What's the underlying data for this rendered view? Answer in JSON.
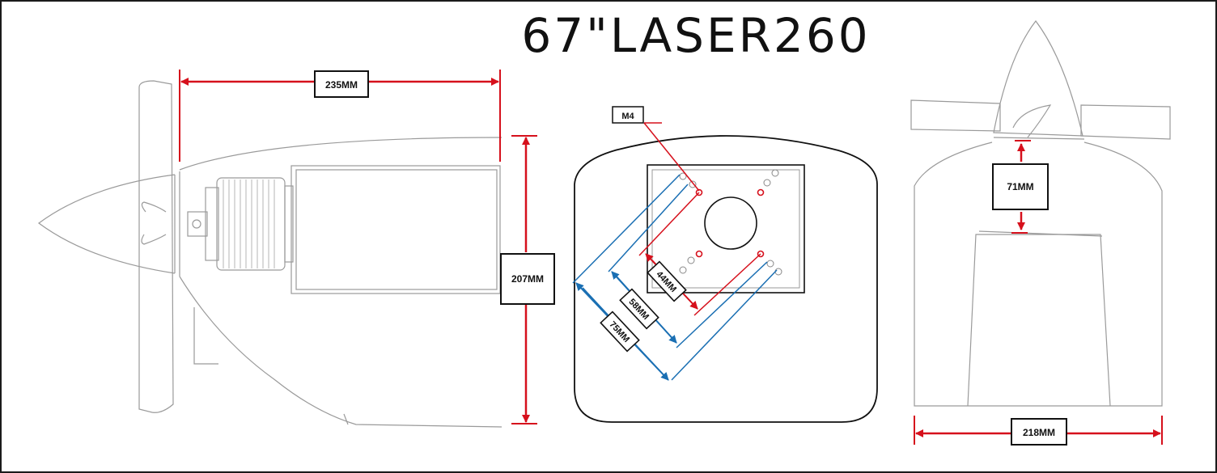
{
  "title": "67\"LASER260",
  "dimensions": {
    "length": "235MM",
    "height": "207MM",
    "mount_screw": "M4",
    "pattern_a": "44MM",
    "pattern_b": "58MM",
    "pattern_c": "75MM",
    "spinner_gap": "71MM",
    "width": "218MM"
  },
  "colors": {
    "dimension_red": "#d6101c",
    "dimension_blue": "#1a6fb3",
    "outline": "#9a9a9a",
    "ink": "#111111"
  }
}
